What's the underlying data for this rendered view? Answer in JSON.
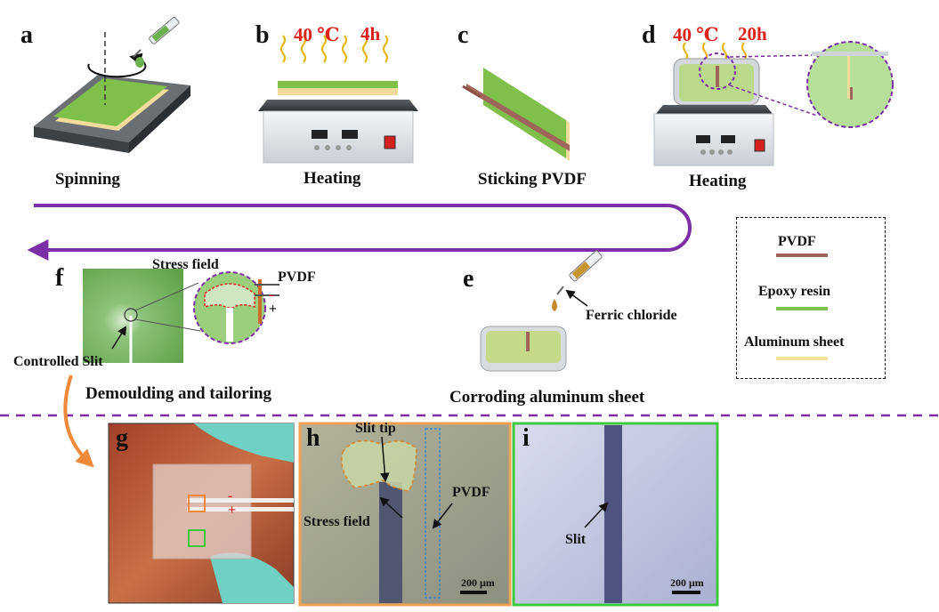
{
  "panels": {
    "a": {
      "letter": "a",
      "caption": "Spinning"
    },
    "b": {
      "letter": "b",
      "caption": "Heating",
      "temp": "40 ℃",
      "time": "4h"
    },
    "c": {
      "letter": "c",
      "caption": "Sticking PVDF"
    },
    "d": {
      "letter": "d",
      "caption": "Heating",
      "temp": "40 ℃",
      "time": "20h"
    },
    "e": {
      "letter": "e",
      "caption": "Corroding aluminum sheet",
      "reagent": "Ferric chloride"
    },
    "f": {
      "letter": "f",
      "caption": "Demoulding and tailoring",
      "stress_field": "Stress field",
      "pvdf": "PVDF",
      "slit": "Controlled Slit",
      "minus": "-",
      "plus": "+"
    },
    "g": {
      "letter": "g",
      "minus": "-",
      "plus": "+"
    },
    "h": {
      "letter": "h",
      "slit_tip": "Slit tip",
      "stress_field": "Stress field",
      "pvdf": "PVDF",
      "scale": "200 μm"
    },
    "i": {
      "letter": "i",
      "slit": "Slit",
      "scale": "200 μm"
    }
  },
  "legend": {
    "items": [
      {
        "label": "PVDF",
        "color": "#a0655a"
      },
      {
        "label": "Epoxy resin",
        "color": "#7ec04a"
      },
      {
        "label": "Aluminum sheet",
        "color": "#f5dfa0"
      }
    ]
  },
  "colors": {
    "flow_arrow": "#7b2fa6",
    "divider": "#7b2fa6",
    "orange_arrow": "#f08a3a",
    "h_border": "#f0a050",
    "i_border": "#3ec93e",
    "epoxy": "#7ec04a",
    "pvdf": "#a0655a",
    "aluminum": "#f5dfa0",
    "heat_wave": "#e6b400"
  }
}
